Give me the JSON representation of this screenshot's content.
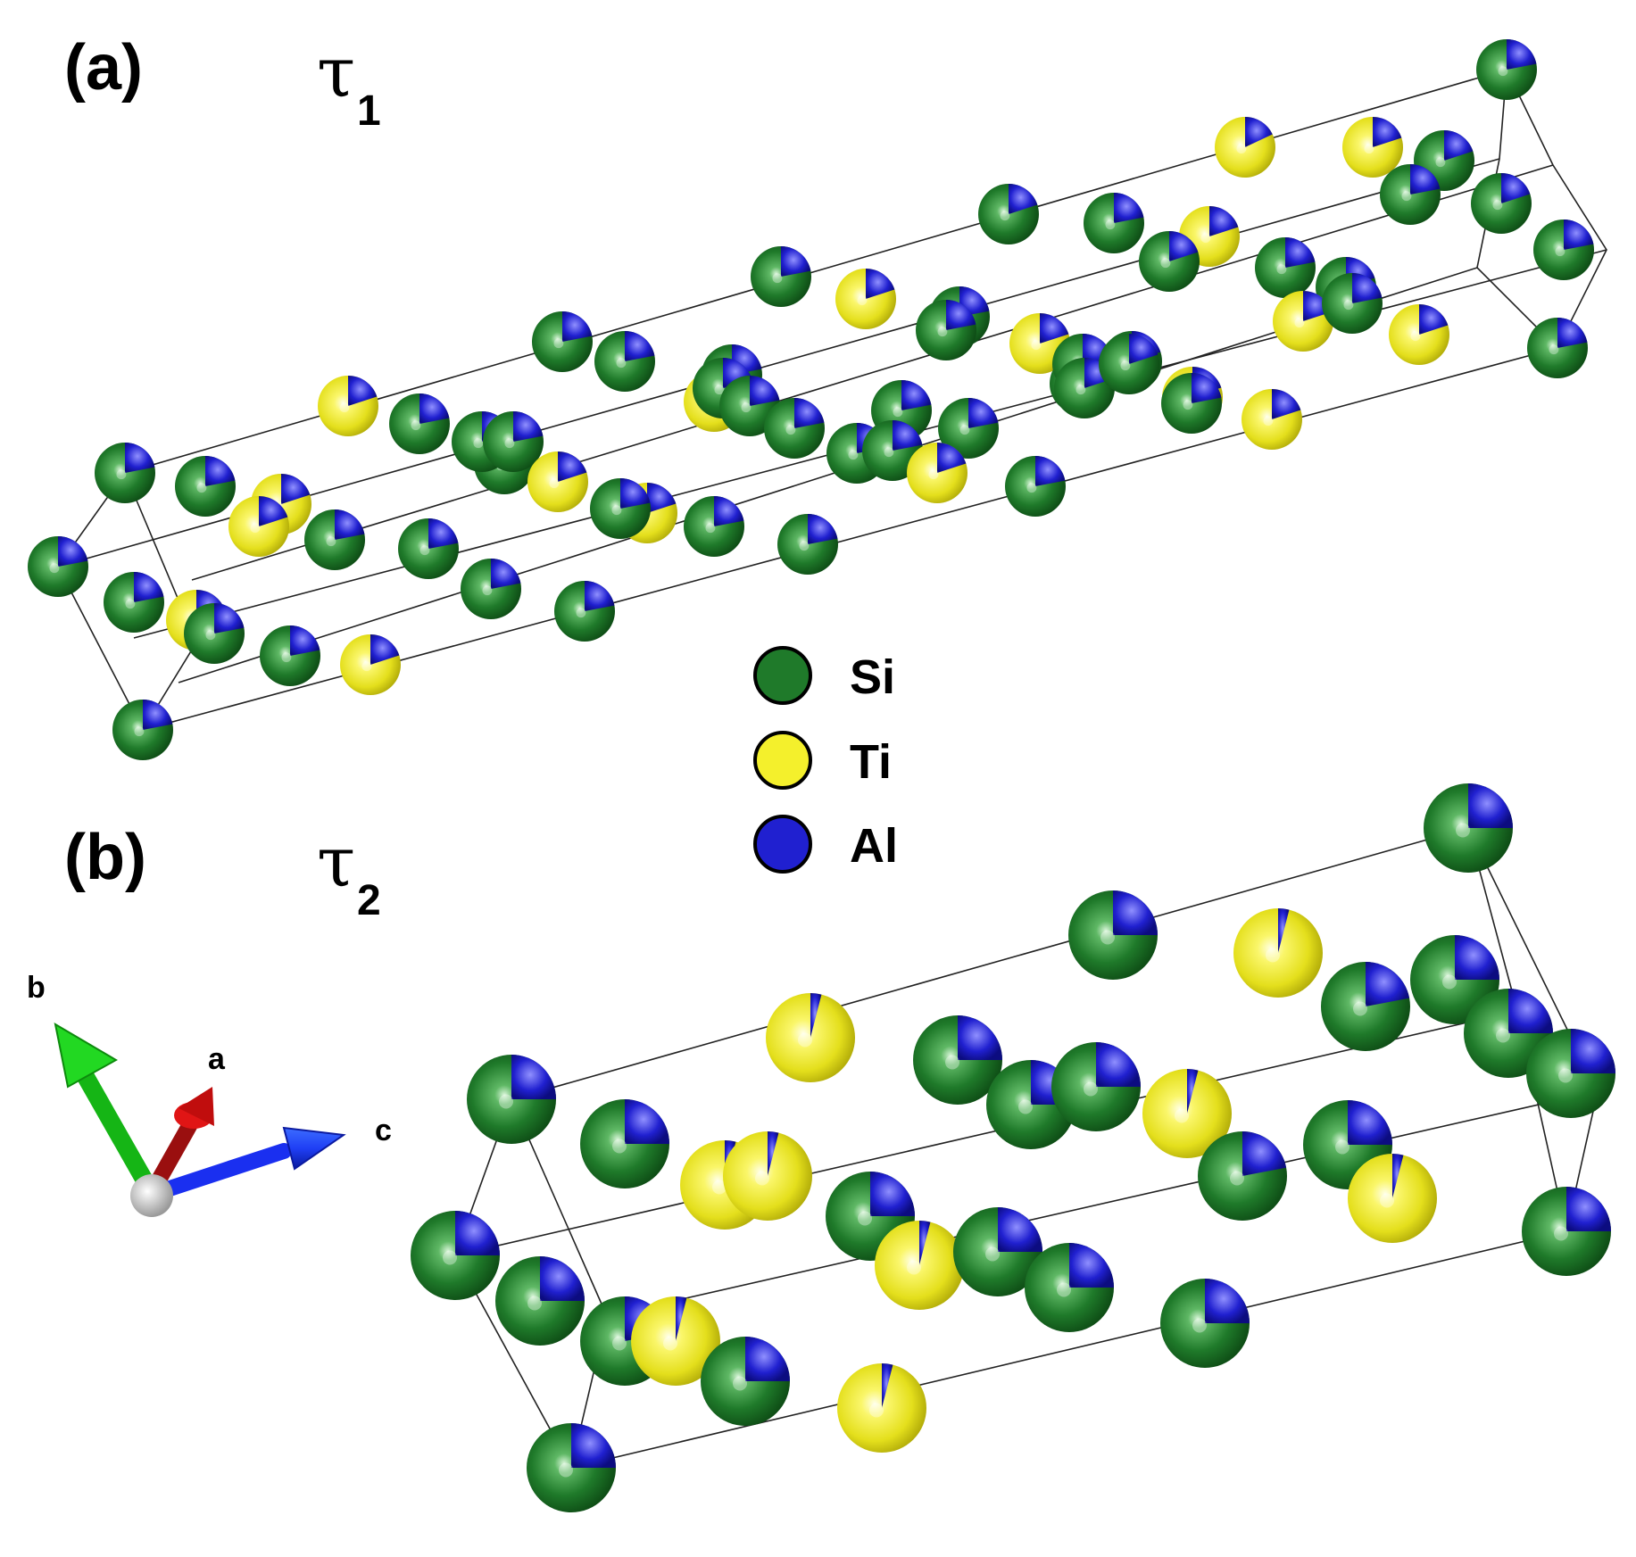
{
  "colors": {
    "Si": "#1f7a2a",
    "Ti": "#f4f02c",
    "Al": "#2020d0"
  },
  "panels": [
    {
      "id": "a",
      "label": "(a)",
      "structure": "τ",
      "subscript": "1"
    },
    {
      "id": "b",
      "label": "(b)",
      "structure": "τ",
      "subscript": "2"
    }
  ],
  "legend": [
    {
      "element": "Si",
      "label": "Si"
    },
    {
      "element": "Ti",
      "label": "Ti"
    },
    {
      "element": "Al",
      "label": "Al"
    }
  ],
  "axes": {
    "a": "a",
    "b": "b",
    "c": "c"
  }
}
